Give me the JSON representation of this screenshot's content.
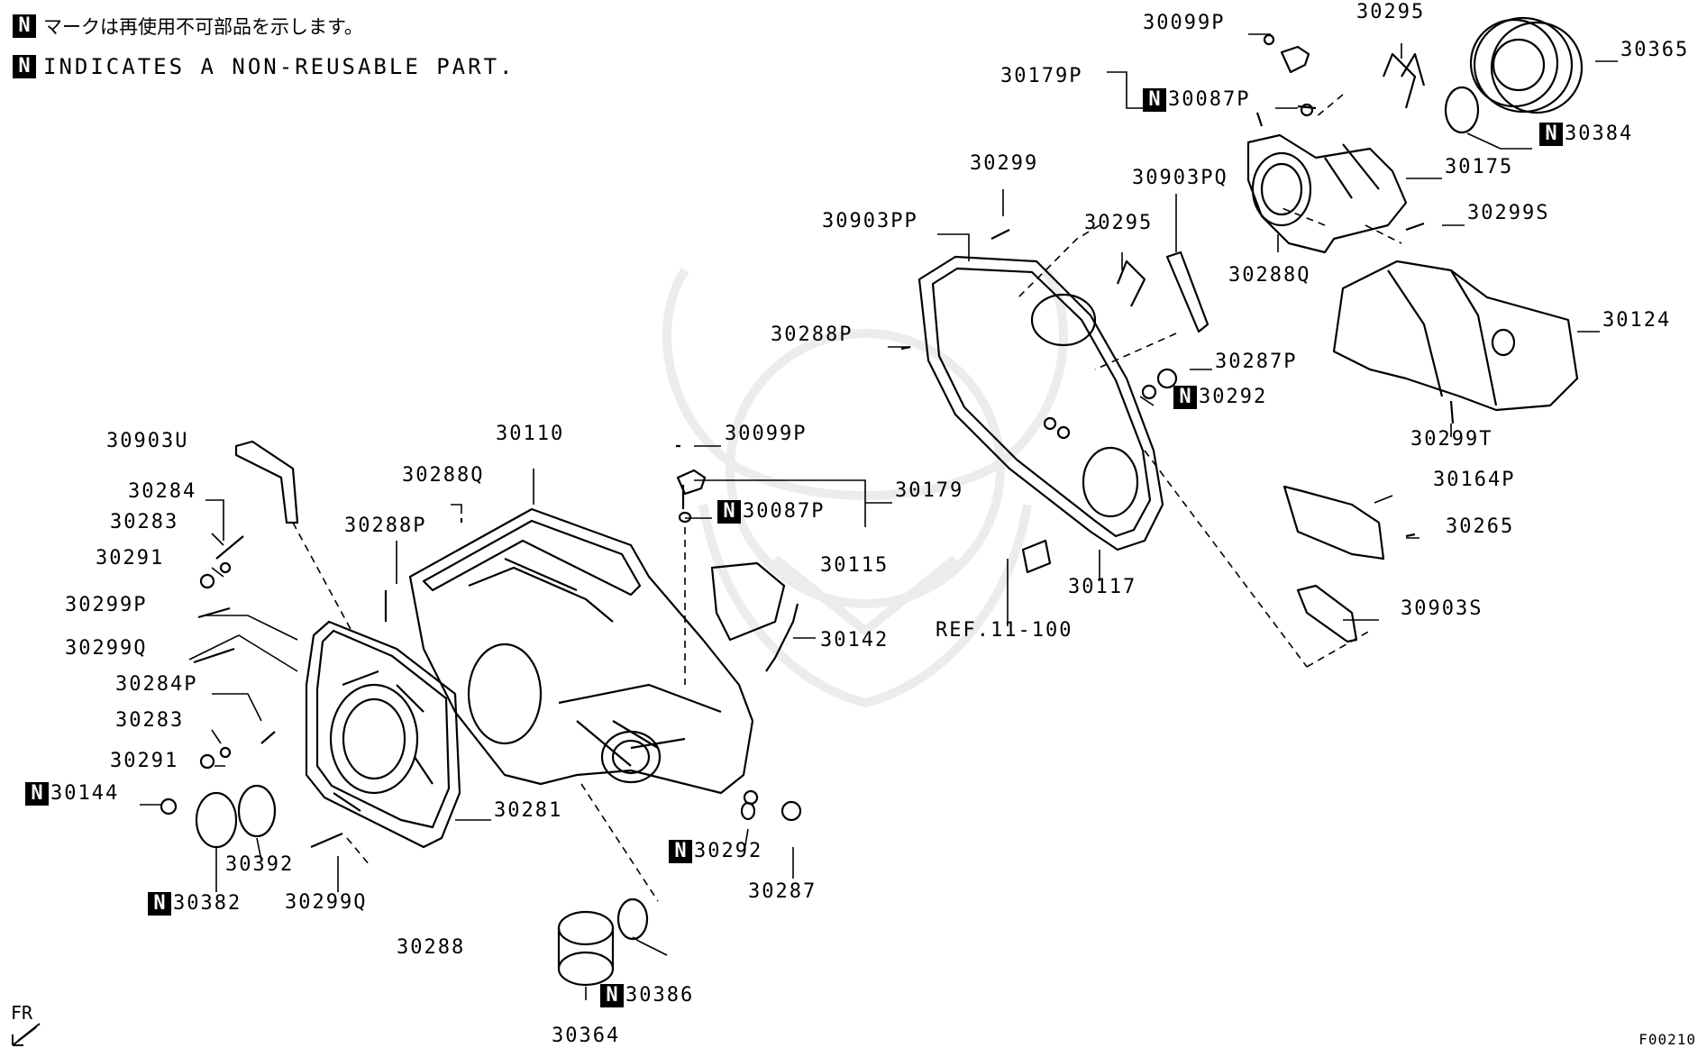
{
  "legend": {
    "jp": "マークは再使用不可部品を示します。",
    "en": "INDICATES A NON-REUSABLE PART.",
    "badge": "N"
  },
  "orientation": "FR",
  "figure_code": "F00210",
  "parts": [
    {
      "id": "30099P_top",
      "text": "30099P",
      "n": false
    },
    {
      "id": "30179P",
      "text": "30179P",
      "n": false
    },
    {
      "id": "30087P_top",
      "text": "30087P",
      "n": true
    },
    {
      "id": "30295_top",
      "text": "30295",
      "n": false
    },
    {
      "id": "30365",
      "text": "30365",
      "n": false
    },
    {
      "id": "30384",
      "text": "30384",
      "n": true
    },
    {
      "id": "30175",
      "text": "30175",
      "n": false
    },
    {
      "id": "30299",
      "text": "30299",
      "n": false
    },
    {
      "id": "30903PQ",
      "text": "30903PQ",
      "n": false
    },
    {
      "id": "30299S",
      "text": "30299S",
      "n": false
    },
    {
      "id": "30903PP",
      "text": "30903PP",
      "n": false
    },
    {
      "id": "30295_mid",
      "text": "30295",
      "n": false
    },
    {
      "id": "30288Q_top",
      "text": "30288Q",
      "n": false
    },
    {
      "id": "30124",
      "text": "30124",
      "n": false
    },
    {
      "id": "30288P_top",
      "text": "30288P",
      "n": false
    },
    {
      "id": "30287P",
      "text": "30287P",
      "n": false
    },
    {
      "id": "30292_top",
      "text": "30292",
      "n": true
    },
    {
      "id": "30299T",
      "text": "30299T",
      "n": false
    },
    {
      "id": "30099P_mid",
      "text": "30099P",
      "n": false
    },
    {
      "id": "30110",
      "text": "30110",
      "n": false
    },
    {
      "id": "30903U",
      "text": "30903U",
      "n": false
    },
    {
      "id": "30288Q_mid",
      "text": "30288Q",
      "n": false
    },
    {
      "id": "30179",
      "text": "30179",
      "n": false
    },
    {
      "id": "30087P_mid",
      "text": "30087P",
      "n": true
    },
    {
      "id": "30164P",
      "text": "30164P",
      "n": false
    },
    {
      "id": "30284",
      "text": "30284",
      "n": false
    },
    {
      "id": "30283_a",
      "text": "30283",
      "n": false
    },
    {
      "id": "30288P_mid",
      "text": "30288P",
      "n": false
    },
    {
      "id": "30265",
      "text": "30265",
      "n": false
    },
    {
      "id": "30291_a",
      "text": "30291",
      "n": false
    },
    {
      "id": "30115",
      "text": "30115",
      "n": false
    },
    {
      "id": "30117",
      "text": "30117",
      "n": false
    },
    {
      "id": "30299P",
      "text": "30299P",
      "n": false
    },
    {
      "id": "30903S",
      "text": "30903S",
      "n": false
    },
    {
      "id": "ref",
      "text": "REF.11-100",
      "n": false
    },
    {
      "id": "30142",
      "text": "30142",
      "n": false
    },
    {
      "id": "30299Q_a",
      "text": "30299Q",
      "n": false
    },
    {
      "id": "30284P",
      "text": "30284P",
      "n": false
    },
    {
      "id": "30283_b",
      "text": "30283",
      "n": false
    },
    {
      "id": "30291_b",
      "text": "30291",
      "n": false
    },
    {
      "id": "30144",
      "text": "30144",
      "n": true
    },
    {
      "id": "30281",
      "text": "30281",
      "n": false
    },
    {
      "id": "30292_bot",
      "text": "30292",
      "n": true
    },
    {
      "id": "30392",
      "text": "30392",
      "n": false
    },
    {
      "id": "30287",
      "text": "30287",
      "n": false
    },
    {
      "id": "30382",
      "text": "30382",
      "n": true
    },
    {
      "id": "30299Q_b",
      "text": "30299Q",
      "n": false
    },
    {
      "id": "30288",
      "text": "30288",
      "n": false
    },
    {
      "id": "30386",
      "text": "30386",
      "n": true
    },
    {
      "id": "30364",
      "text": "30364",
      "n": false
    }
  ]
}
